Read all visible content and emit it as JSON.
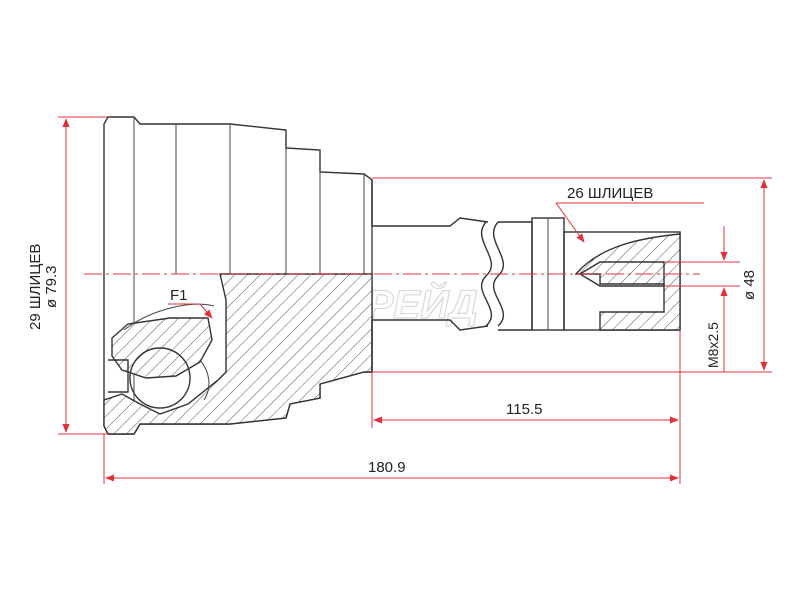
{
  "colors": {
    "dimension_lines": "#e0303a",
    "outline": "#333333",
    "hatching": "#444444",
    "watermark": "#d9d9d9"
  },
  "labels": {
    "left_splines": "29 ШЛИЦЕВ",
    "outer_diameter": "ø 79.3",
    "right_splines": "26 ШЛИЦЕВ",
    "seal_diameter": "ø 48",
    "thread": "M8x2.5",
    "shaft_length": "115.5",
    "total_length": "180.9",
    "feature": "F1"
  },
  "watermark": "АВТОТРЕЙД"
}
